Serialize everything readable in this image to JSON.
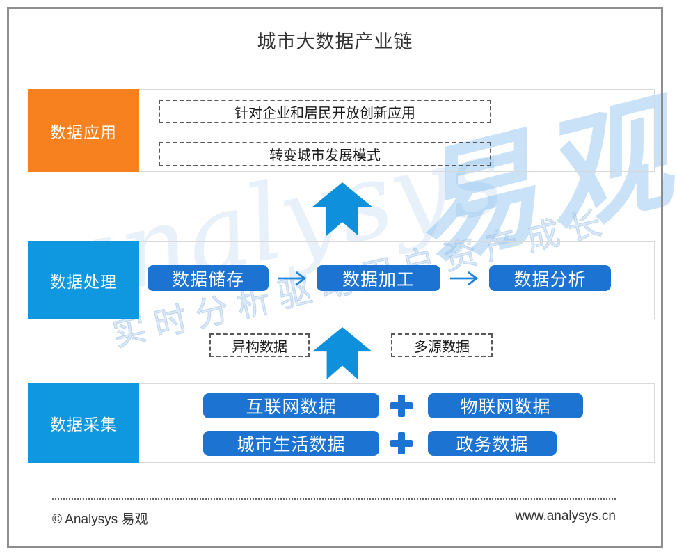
{
  "title": "城市大数据产业链",
  "rows": {
    "application": {
      "label": "数据应用",
      "items": [
        "针对企业和居民开放创新应用",
        "转变城市发展模式"
      ]
    },
    "processing": {
      "label": "数据处理",
      "steps": [
        "数据储存",
        "数据加工",
        "数据分析"
      ]
    },
    "collection": {
      "label": "数据采集",
      "line1": {
        "left": "互联网数据",
        "right": "物联网数据"
      },
      "line2": {
        "left": "城市生活数据",
        "right": "政务数据"
      }
    }
  },
  "connectors": {
    "left_tag": "异构数据",
    "right_tag": "多源数据"
  },
  "watermark": {
    "script": "analysys",
    "logo": "易观",
    "slogan": "实时分析驱动用户资产成长"
  },
  "footer": {
    "copyright": "© Analysys 易观",
    "website": "www.analysys.cn"
  },
  "colors": {
    "orange": "#F8811F",
    "label_blue": "#0F97E0",
    "box_blue": "#1C73D1",
    "arrow_blue": "#0E90DC"
  }
}
